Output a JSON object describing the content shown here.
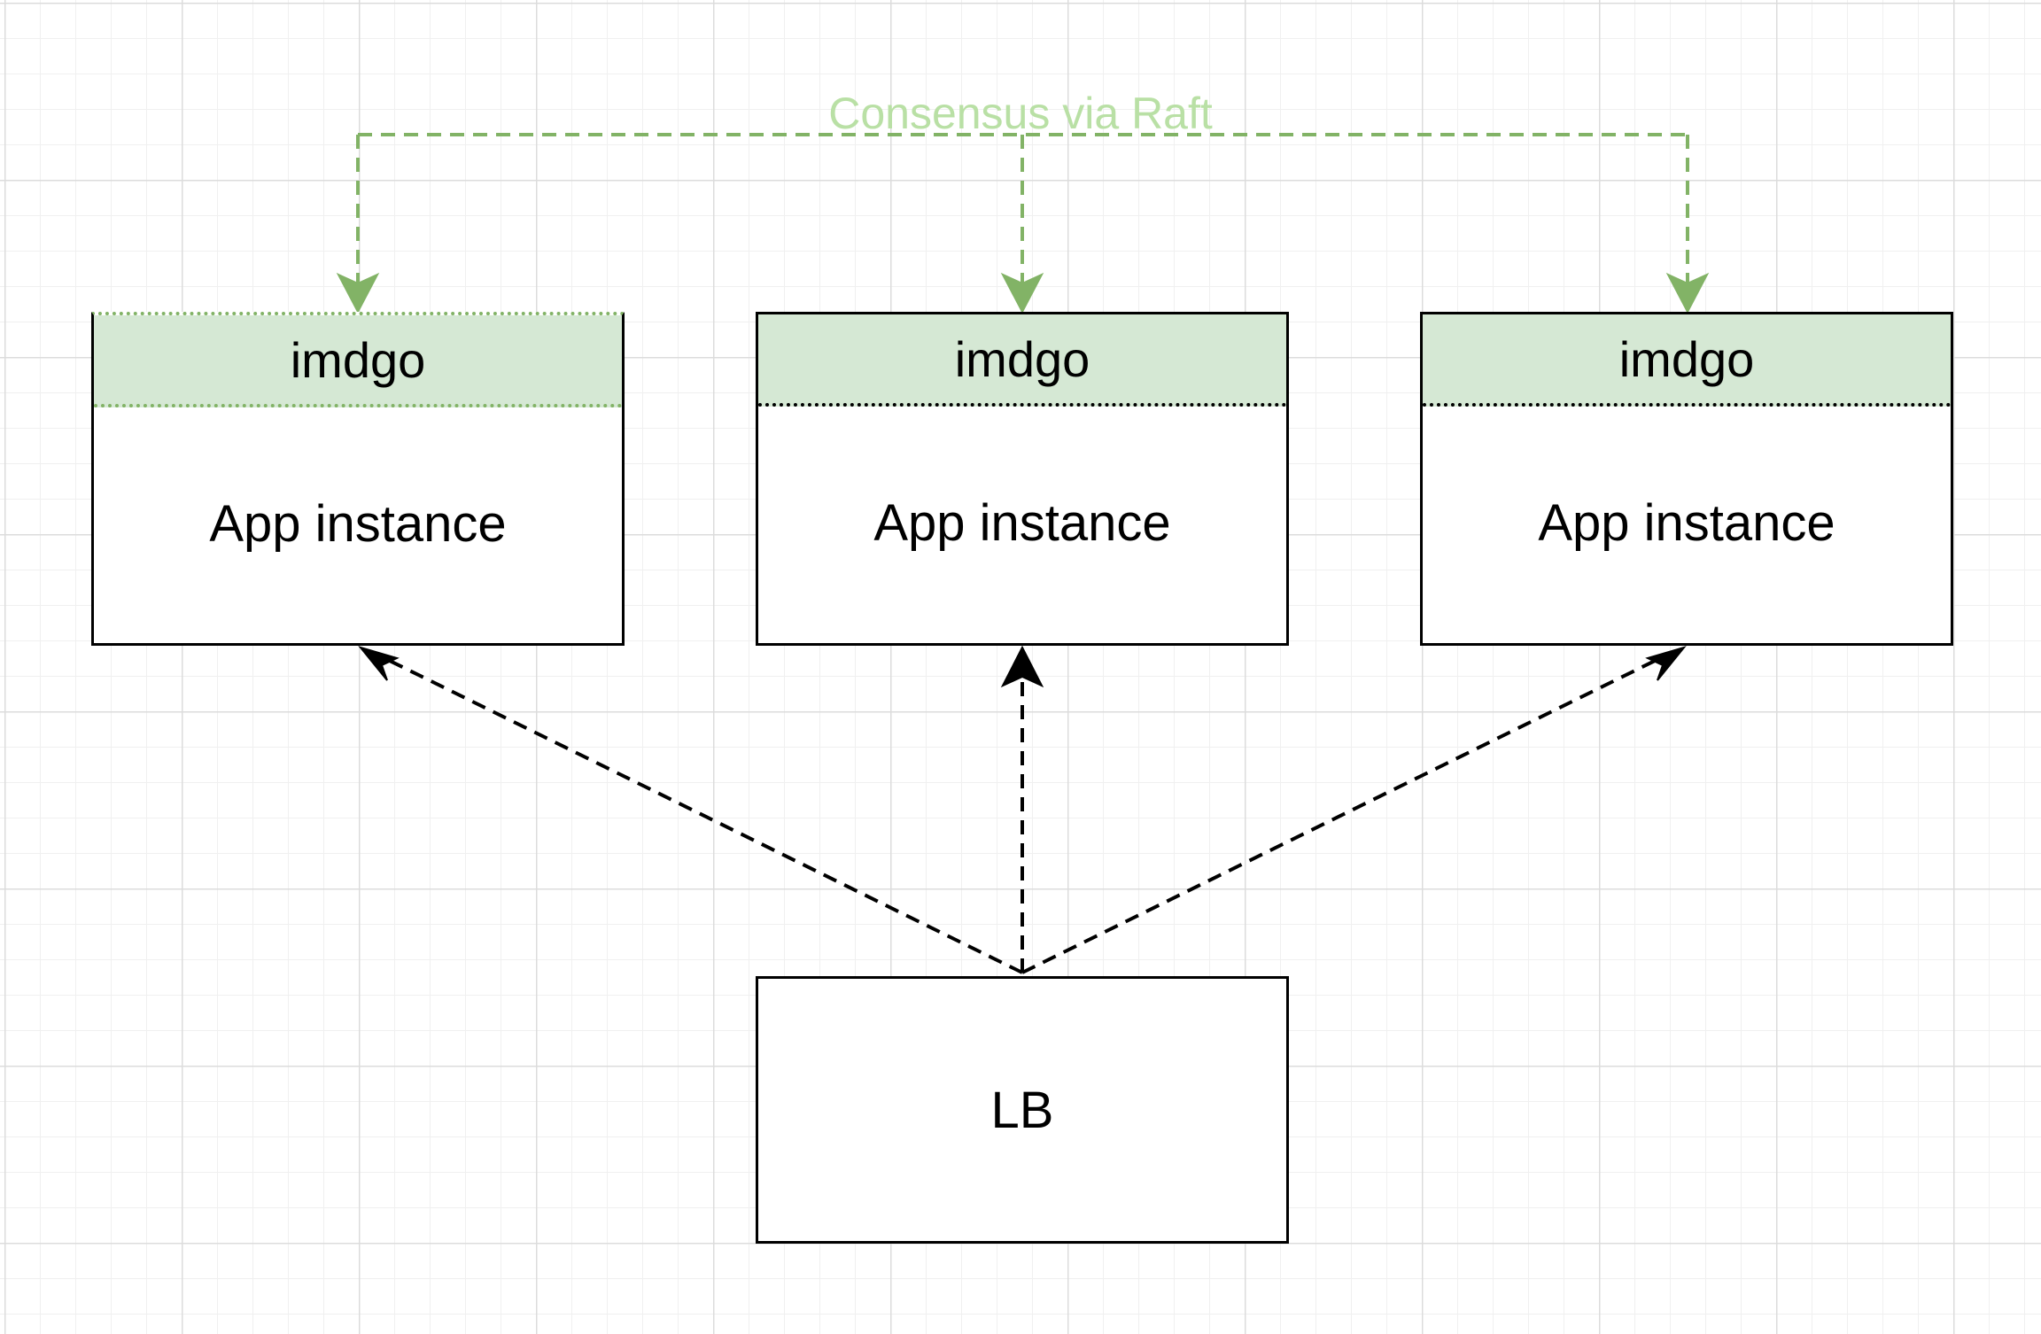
{
  "diagram": {
    "consensus_label": "Consensus via Raft",
    "nodes": [
      {
        "header": "imdgo",
        "body": "App instance"
      },
      {
        "header": "imdgo",
        "body": "App instance"
      },
      {
        "header": "imdgo",
        "body": "App instance"
      }
    ],
    "lb_label": "LB"
  },
  "colors": {
    "consensus_edge": "#82b366",
    "consensus_label": "#b9e0a5",
    "header_fill": "#d5e8d4",
    "edge": "#000000",
    "grid": "#dcdcdc"
  }
}
